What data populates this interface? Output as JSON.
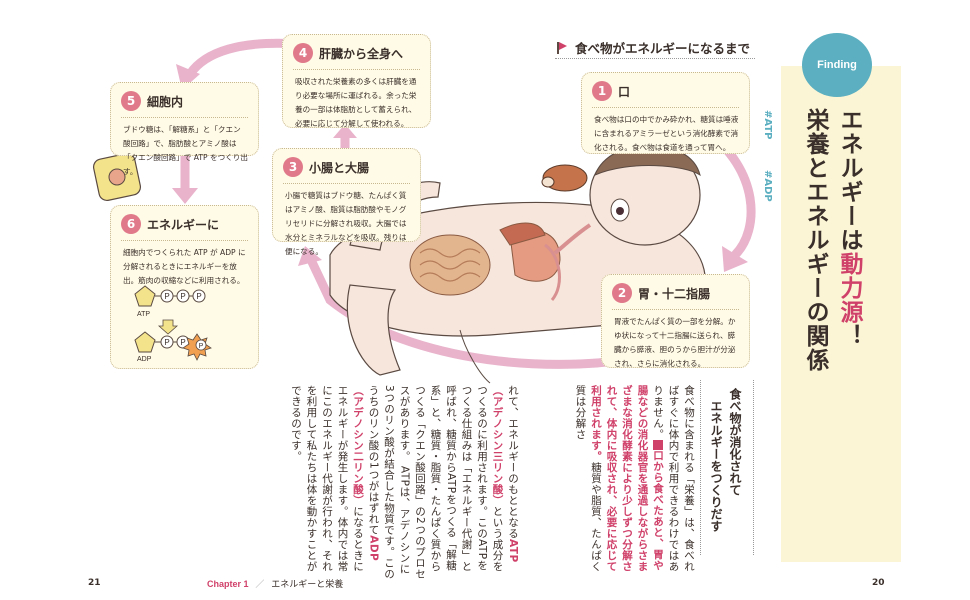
{
  "colors": {
    "accent": "#d0416a",
    "pink_arrow": "#e3a5c0",
    "card_bg": "#fffbe6",
    "finding_bg": "#5bafc0",
    "sidebar_bg": "#fbf5d5"
  },
  "header": {
    "section_title": "食べ物がエネルギーになるまで"
  },
  "finding": {
    "badge": "Finding",
    "title_part1": "エネルギーは",
    "title_highlight": "動力源",
    "title_mark": "！",
    "title_part2": "栄養とエネルギーの関係",
    "tag1": "#ATP",
    "tag2": "#ADP"
  },
  "cards": [
    {
      "num": "1",
      "title": "口",
      "body": "食べ物は口の中でかみ砕かれ、糖質は唾液に含まれるアミラーゼという消化酵素で消化される。食べ物は食道を通って胃へ。"
    },
    {
      "num": "2",
      "title": "胃・十二指腸",
      "body": "胃液でたんぱく質の一部を分解。かゆ状になって十二指腸に送られ、膵臓から膵液、胆のうから胆汁が分泌され、さらに消化される。"
    },
    {
      "num": "3",
      "title": "小腸と大腸",
      "body": "小腸で糖質はブドウ糖、たんぱく質はアミノ酸、脂質は脂肪酸やモノグリセリドに分解され吸収。大腸では水分とミネラルなどを吸収。残りは便になる。"
    },
    {
      "num": "4",
      "title": "肝臓から全身へ",
      "body": "吸収された栄養素の多くは肝臓を通り必要な場所に運ばれる。余った栄養の一部は体脂肪として蓄えられ、必要に応じて分解して使われる。"
    },
    {
      "num": "5",
      "title": "細胞内",
      "body": "ブドウ糖は、「解糖系」と「クエン酸回路」で、脂肪酸とアミノ酸は「クエン酸回路」で ATP をつくり出す。"
    },
    {
      "num": "6",
      "title": "エネルギーに",
      "body": "細胞内でつくられた ATP が ADP に分解されるときにエネルギーを放出。筋肉の収縮などに利用される。"
    }
  ],
  "atp_diagram": {
    "atp_label": "ATP",
    "adp_label": "ADP",
    "p": "P"
  },
  "sidebar": {
    "title1": "食べ物が消化されて",
    "title2": "エネルギーをつくりだす",
    "text_a": "食べ物に含まれる「栄養」は、食べればすぐに体内で利用できるわけではありません。",
    "text_b": "口から食べたあと、胃や腸などの消化器官を通過しながらさまざまな消化酵素により少しずつ分解されて、体内に吸収され、必要に応じて利用されます。",
    "text_c": "糖質や脂質、たんぱく質は分解さ"
  },
  "main_text": [
    {
      "text": "れて、エネルギーのもととなる"
    },
    {
      "text": "ATP（アデノシン三リン酸）",
      "pink": true
    },
    {
      "text": "という成分をつくるのに利用されます。このATPをつくる仕組みは「エネルギー代謝」と呼ばれ、糖質からATPをつくる「解糖系」と、糖質・脂質・たんぱく質からつくる「クエン酸回路」の2つのプロセスがあります。 ATPは、アデノシンに3つのリン酸が結合した物質です。このうちのリン酸の1つがはずれて"
    },
    {
      "text": "ADP（アデノシン二リン酸）",
      "pink": true
    },
    {
      "text": "になるときにエネルギーが発生します。体内では常にこのエネルギー代謝が行われ、それを利用して私たちは体を動かすことができるのです。"
    }
  ],
  "footer": {
    "page_left": "21",
    "chapter": "Chapter 1",
    "chapter_title": "エネルギーと栄養",
    "page_right": "20"
  }
}
